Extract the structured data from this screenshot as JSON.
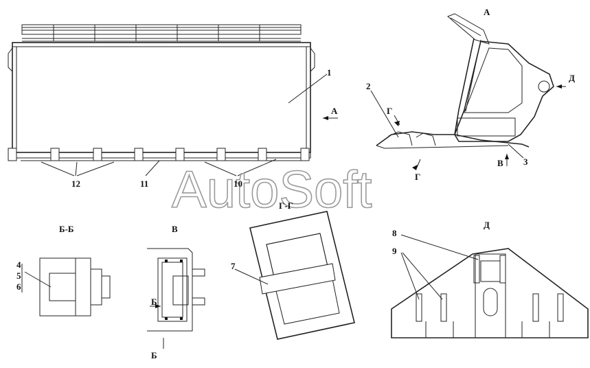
{
  "labels": {
    "n1": "1",
    "n2": "2",
    "n3": "3",
    "n4": "4",
    "n5": "5",
    "n6": "6",
    "n7": "7",
    "n8": "8",
    "n9": "9",
    "n10": "10",
    "n11": "11",
    "n12": "12",
    "view_a_title": "А",
    "arrow_a": "А",
    "arrow_d": "Д",
    "arrow_v": "В",
    "arrow_g_top": "Г",
    "arrow_g_bottom": "Г",
    "arrow_b_top": "Б",
    "arrow_b_bottom": "Б",
    "section_bb": "Б-Б",
    "view_v": "В",
    "section_gg": "Г-Г",
    "view_d": "Д"
  },
  "watermark": "AutoSoft"
}
